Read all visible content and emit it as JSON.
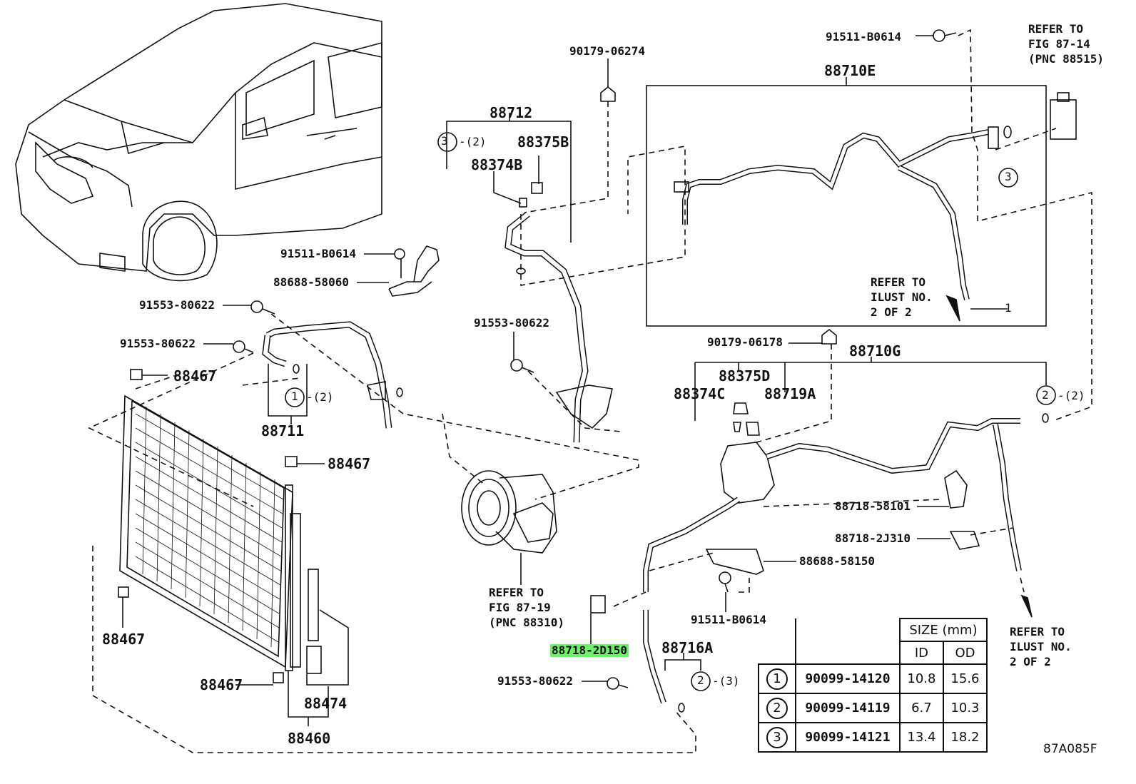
{
  "parts": {
    "p90179_06274": "90179-06274",
    "p91511_b0614_top": "91511-B0614",
    "refer_top_1": "REFER TO",
    "refer_top_2": "FIG 87-14",
    "refer_top_3": "(PNC 88515)",
    "p88710e": "88710E",
    "p88712": "88712",
    "p88375b": "88375B",
    "p88374b": "88374B",
    "c3_q": "-(2)",
    "p91511_b0614_mid": "91511-B0614",
    "p88688_58060": "88688-58060",
    "p91553_80622_a": "91553-80622",
    "p91553_80622_b": "91553-80622",
    "p91553_80622_c": "91553-80622",
    "p91553_80622_d": "91553-80622",
    "p88467_a": "88467",
    "p88467_b": "88467",
    "p88467_c": "88467",
    "p88467_d": "88467",
    "p88711": "88711",
    "c1_q": "-(2)",
    "p90179_06178": "90179-06178",
    "p88710g": "88710G",
    "p88375d": "88375D",
    "p88374c": "88374C",
    "p88719a": "88719A",
    "c2_q_right": "-(2)",
    "refer_mid_1": "REFER TO",
    "refer_mid_2": "ILUST NO.",
    "refer_mid_3": "2 OF 2",
    "p88718_58101": "88718-58101",
    "p88718_2j310": "88718-2J310",
    "p88688_58150": "88688-58150",
    "p91511_b0614_low": "91511-B0614",
    "refer_comp_1": "REFER TO",
    "refer_comp_2": "FIG 87-19",
    "refer_comp_3": "(PNC 88310)",
    "p88718_2d150": "88718-2D150",
    "p88716a": "88716A",
    "c2_q_low": "-(3)",
    "p88474": "88474",
    "p88460": "88460",
    "refer_low_1": "REFER TO",
    "refer_low_2": "ILUST NO.",
    "refer_low_3": "2 OF 2",
    "fig_code": "87A085F"
  },
  "size_table": {
    "header": "SIZE (mm)",
    "col_id": "ID",
    "col_od": "OD",
    "rows": [
      {
        "mark": "1",
        "part": "90099-14120",
        "id": "10.8",
        "od": "15.6"
      },
      {
        "mark": "2",
        "part": "90099-14119",
        "id": "6.7",
        "od": "10.3"
      },
      {
        "mark": "3",
        "part": "90099-14121",
        "id": "13.4",
        "od": "18.2"
      }
    ]
  },
  "callouts": {
    "c1": "1",
    "c2": "2",
    "c3": "3"
  }
}
